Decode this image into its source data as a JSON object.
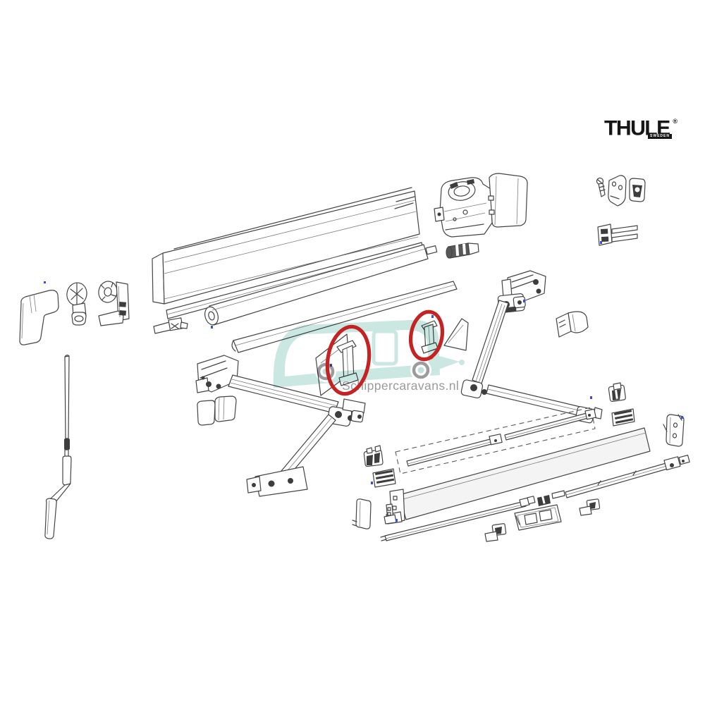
{
  "brand": {
    "name": "THULE",
    "registered": "®",
    "country_badge": "SWEDEN"
  },
  "watermark": {
    "text": "Schippercaravans.nl",
    "text_color": "#9b9b9b",
    "accent_color": "#cbe7e2",
    "wheel_color": "#9c9c9c",
    "marker_dot_color": "#f0a04a"
  },
  "highlight": {
    "color": "#c32323",
    "count": 2,
    "description_left": "circled-fabric-clamp-left",
    "description_right": "circled-fabric-clamp-right"
  },
  "canvas": {
    "background": "#ffffff",
    "line_color": "#454545"
  }
}
